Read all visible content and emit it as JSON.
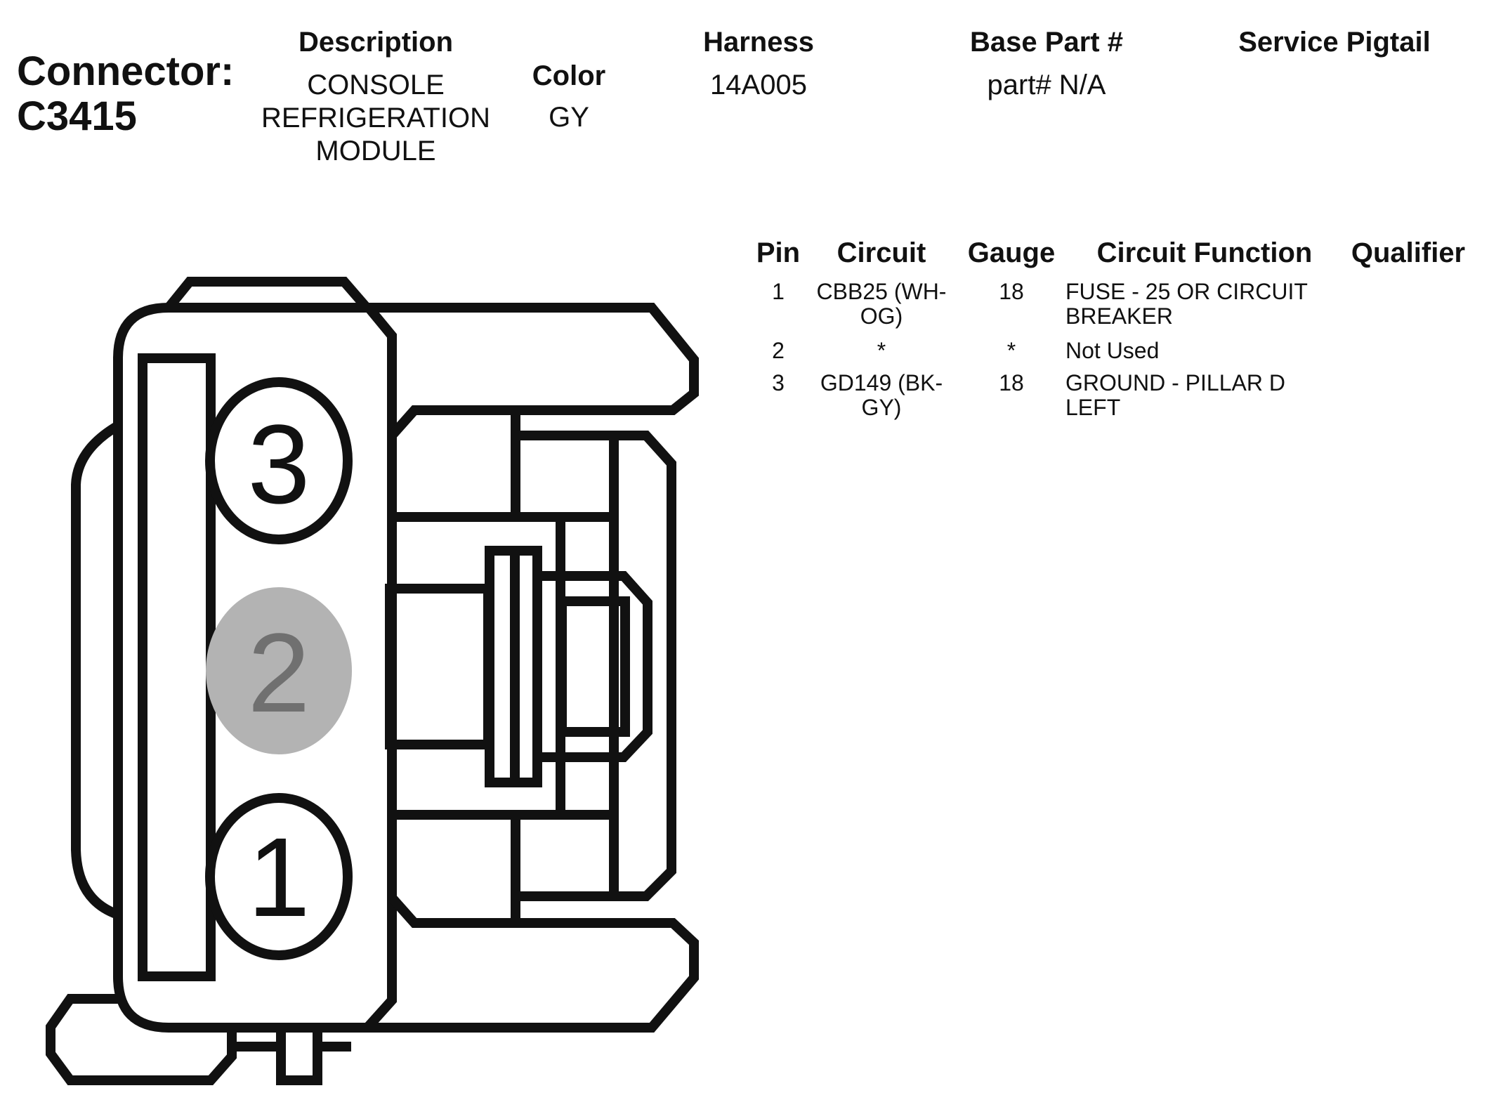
{
  "header": {
    "connector_label": "Connector:",
    "connector_id": "C3415",
    "description": {
      "heading": "Description",
      "lines": [
        "CONSOLE",
        "REFRIGERATION",
        "MODULE"
      ]
    },
    "color": {
      "heading": "Color",
      "value": "GY"
    },
    "harness": {
      "heading": "Harness",
      "value": "14A005"
    },
    "base_part": {
      "heading": "Base Part #",
      "value": "part# N/A"
    },
    "service_pigtail": {
      "heading": "Service Pigtail",
      "value": ""
    }
  },
  "table": {
    "headers": {
      "pin": "Pin",
      "circuit": "Circuit",
      "gauge": "Gauge",
      "function": "Circuit Function",
      "qualifier": "Qualifier"
    },
    "rows": [
      {
        "pin": "1",
        "circuit_lines": [
          "CBB25 (WH-",
          "OG)"
        ],
        "gauge": "18",
        "function_lines": [
          "FUSE - 25 OR CIRCUIT",
          "BREAKER"
        ],
        "qualifier": ""
      },
      {
        "pin": "2",
        "circuit_lines": [
          "*"
        ],
        "gauge": "*",
        "function_lines": [
          "Not Used"
        ],
        "qualifier": ""
      },
      {
        "pin": "3",
        "circuit_lines": [
          "GD149 (BK-",
          "GY)"
        ],
        "gauge": "18",
        "function_lines": [
          "GROUND - PILLAR D LEFT"
        ],
        "qualifier": ""
      }
    ]
  },
  "diagram": {
    "pins": [
      {
        "label": "3",
        "used": true
      },
      {
        "label": "2",
        "used": false
      },
      {
        "label": "1",
        "used": true
      }
    ],
    "colors": {
      "stroke": "#111111",
      "unused_pin_fill": "#b3b3b3",
      "unused_pin_text": "#707070"
    }
  }
}
